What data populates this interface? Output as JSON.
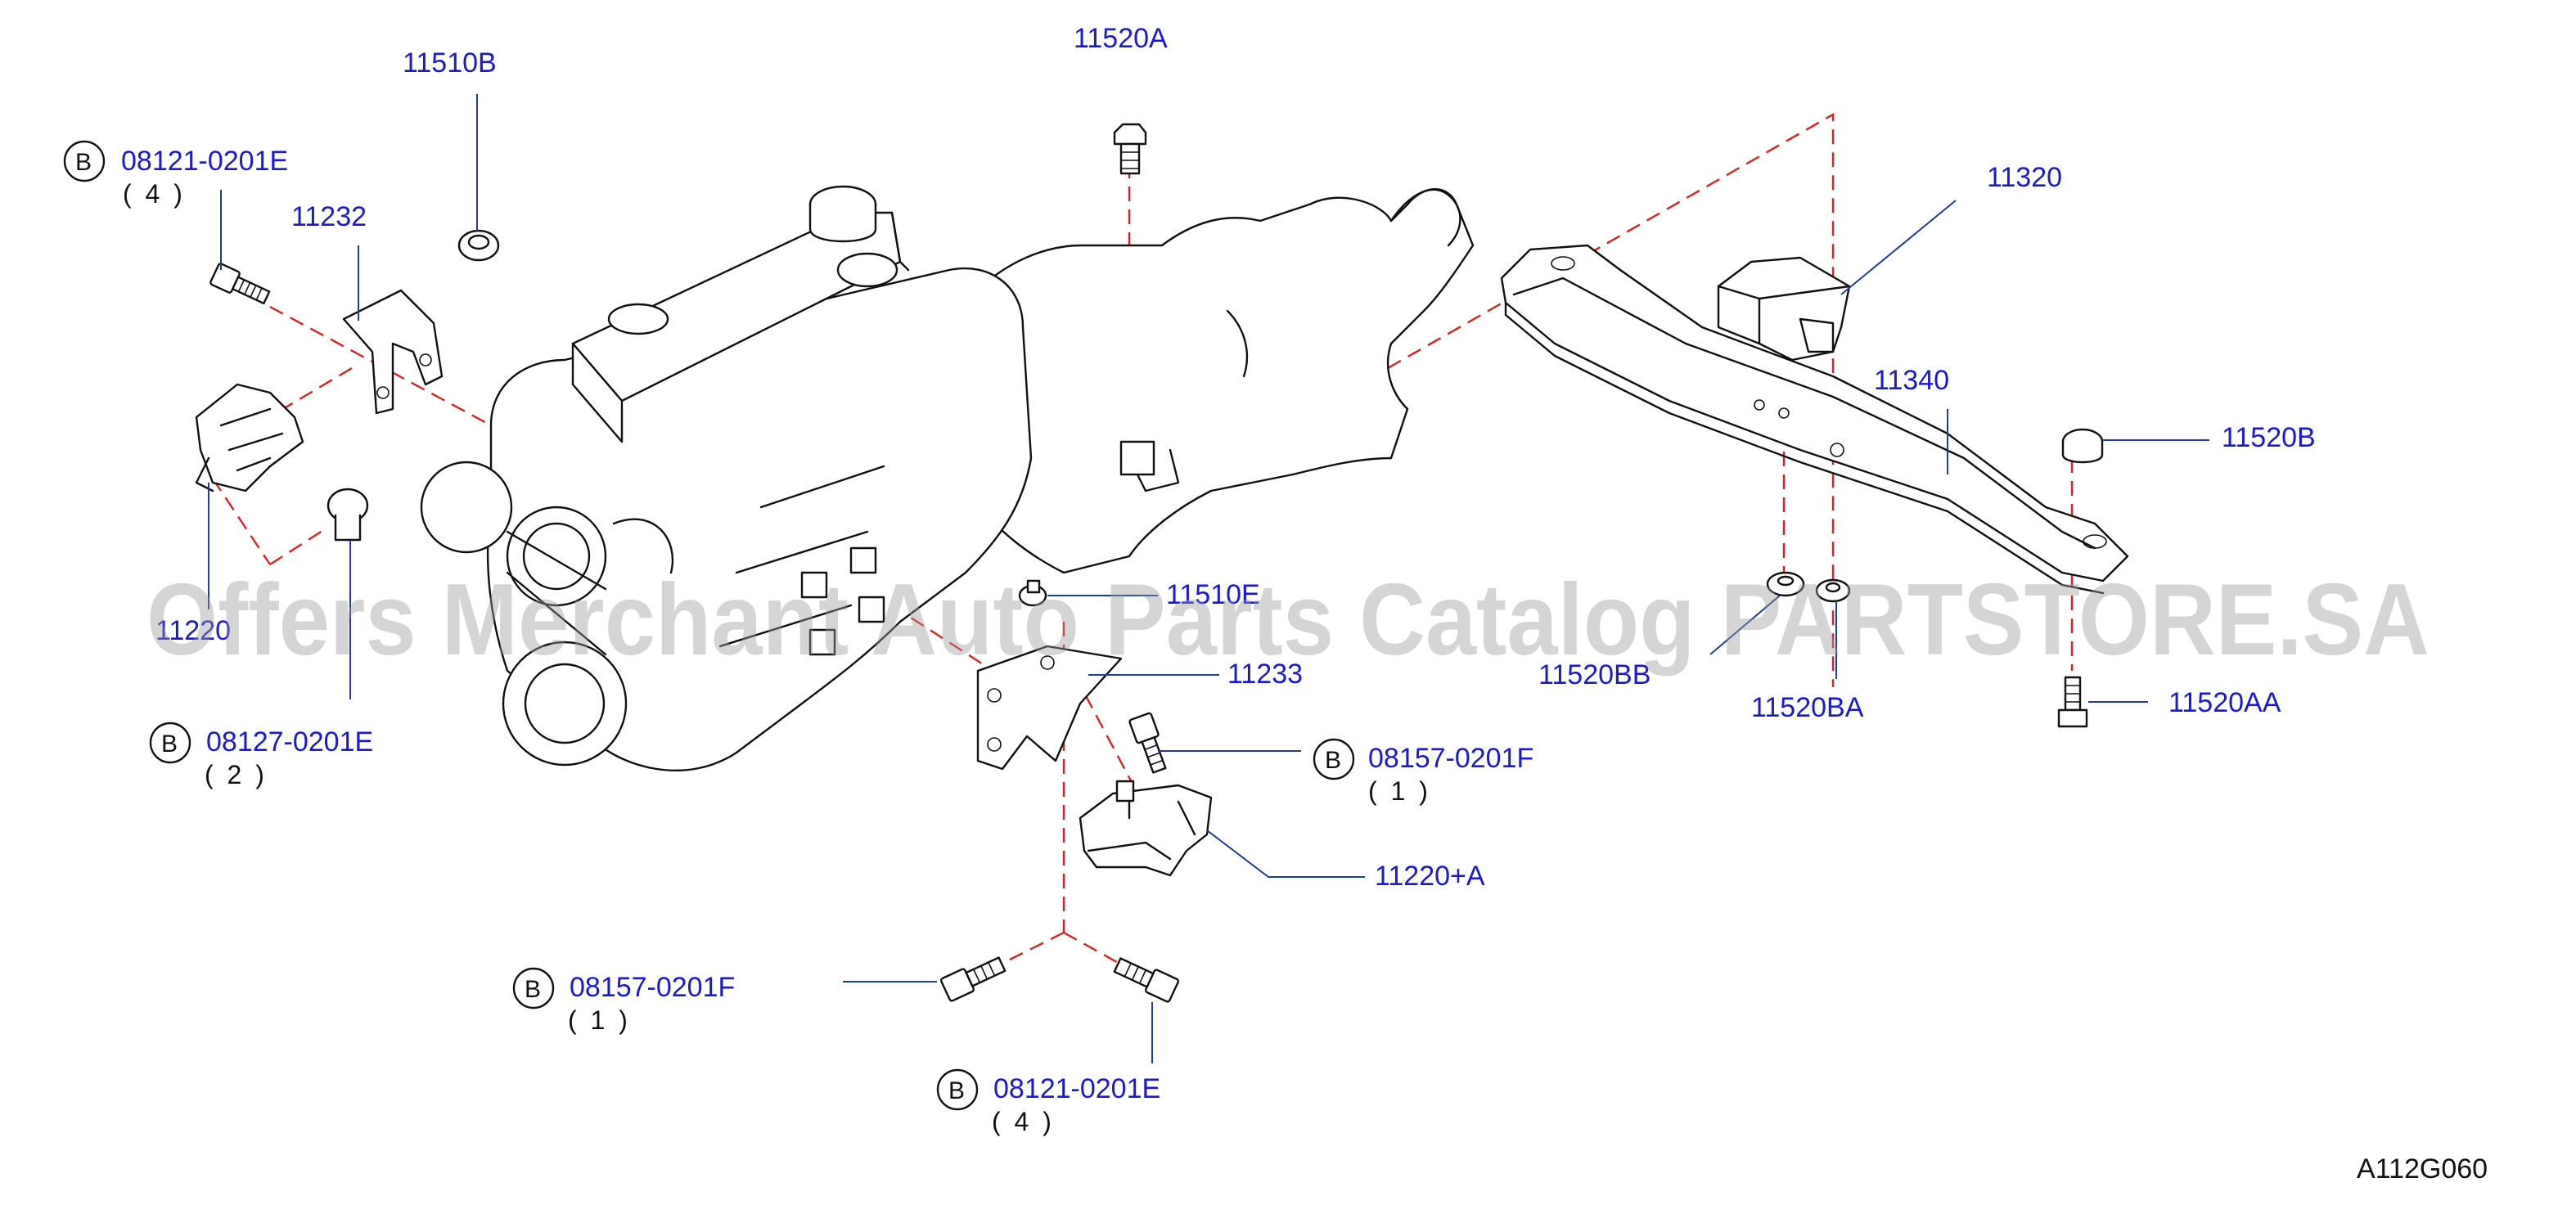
{
  "diagram_code": "A112G060",
  "watermark": "Offers Merchant Auto Parts Catalog PARTSTORE.SA",
  "bolt_symbol": "B",
  "callouts": {
    "p11510B": "11510B",
    "p11520A": "11520A",
    "p11320": "11320",
    "p11232": "11232",
    "p11340": "11340",
    "p11520B": "11520B",
    "p11220": "11220",
    "p11510E": "11510E",
    "p11233": "11233",
    "p11520BB": "11520BB",
    "p11520BA": "11520BA",
    "p11520AA": "11520AA",
    "p11220A": "11220+A"
  },
  "bolts": {
    "b1": {
      "code": "08121-0201E",
      "qty": "( 4 )"
    },
    "b2": {
      "code": "08127-0201E",
      "qty": "( 2 )"
    },
    "b3": {
      "code": "08157-0201F",
      "qty": "( 1 )"
    },
    "b4": {
      "code": "08157-0201F",
      "qty": "( 1 )"
    },
    "b5": {
      "code": "08121-0201E",
      "qty": "( 4 )"
    }
  }
}
